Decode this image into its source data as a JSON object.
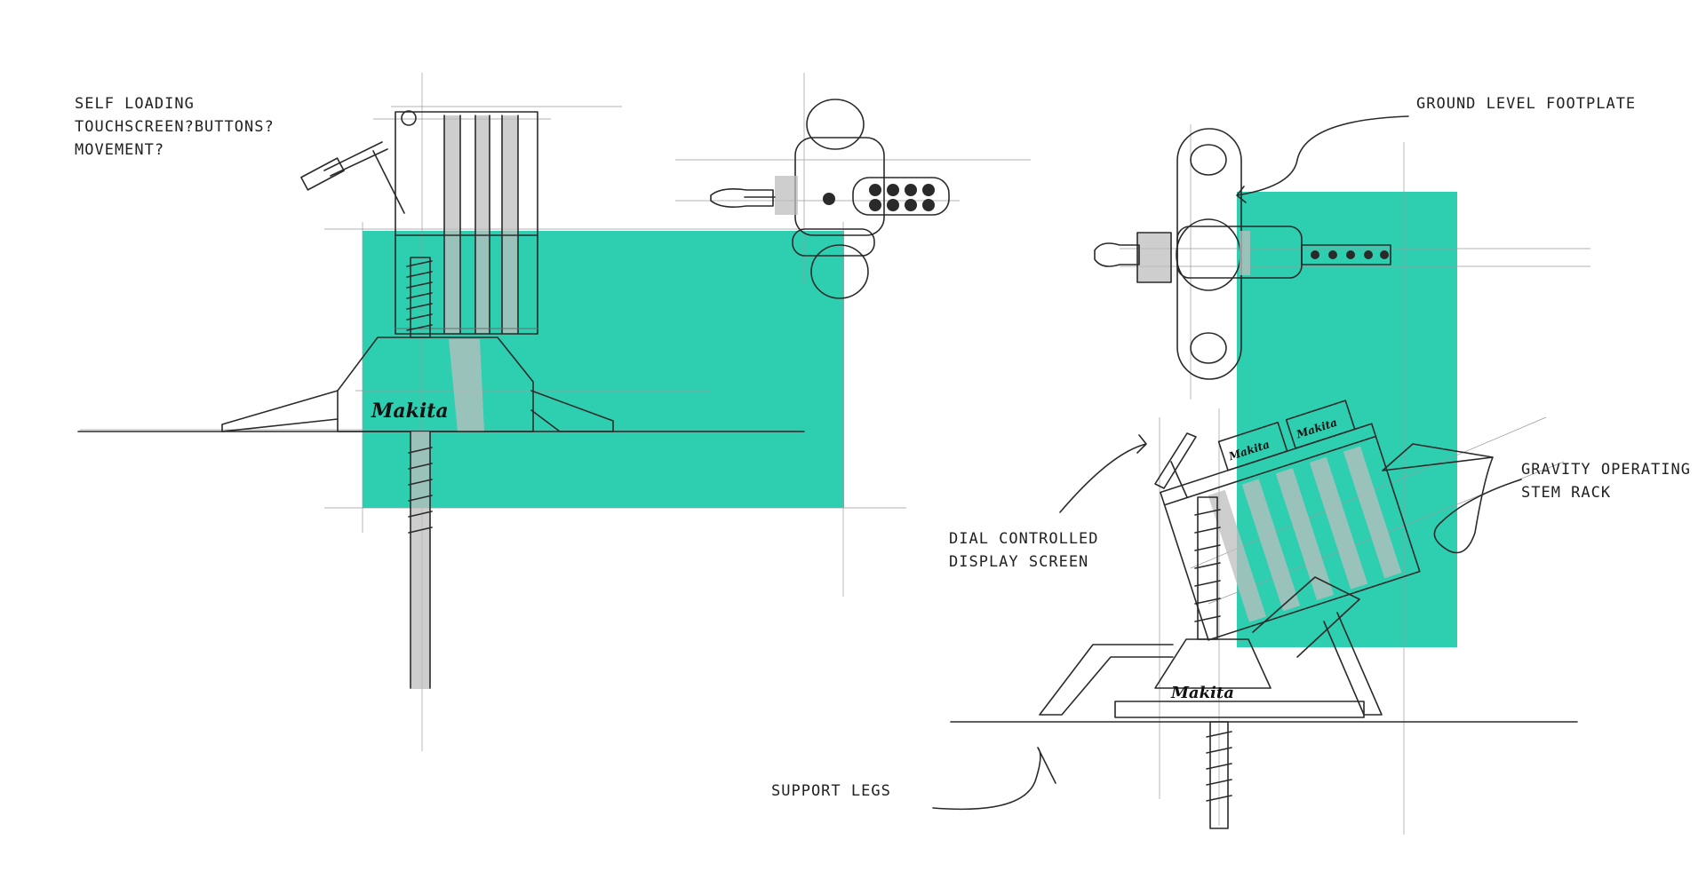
{
  "colors": {
    "accent": "#2ecfb0",
    "line": "#2a2a2a",
    "paper": "#ffffff"
  },
  "brand": {
    "logo_text": "Makita"
  },
  "annotations": {
    "self_loading": [
      "SELF LOADING",
      "TOUCHSCREEN?BUTTONS?",
      "MOVEMENT?"
    ],
    "ground_level_footplate": "GROUND LEVEL FOOTPLATE",
    "gravity_rack": [
      "GRAVITY OPERATING",
      "STEM RACK"
    ],
    "dial_display": [
      "DIAL CONTROLLED",
      "DISPLAY SCREEN"
    ],
    "support_legs": "SUPPORT LEGS"
  }
}
